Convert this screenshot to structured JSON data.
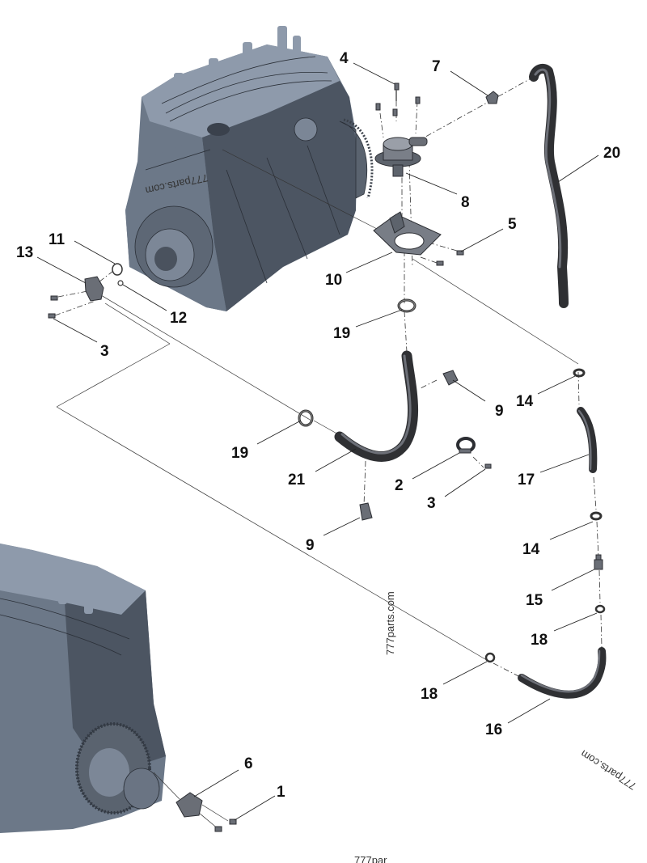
{
  "callouts": {
    "c1": "1",
    "c2": "2",
    "c3a": "3",
    "c3b": "3",
    "c4": "4",
    "c5": "5",
    "c6": "6",
    "c7": "7",
    "c8": "8",
    "c9a": "9",
    "c9b": "9",
    "c10": "10",
    "c11": "11",
    "c12": "12",
    "c13": "13",
    "c14a": "14",
    "c14b": "14",
    "c15": "15",
    "c16": "16",
    "c17": "17",
    "c18a": "18",
    "c18b": "18",
    "c19a": "19",
    "c19b": "19",
    "c20": "20",
    "c21": "21"
  },
  "watermarks": {
    "wm1": "777parts.com",
    "wm2": "777parts.com",
    "wm3": "777parts.com",
    "wm4": "777par"
  },
  "colors": {
    "engine": "#6c7888",
    "hose": "#2f3033",
    "background": "#ffffff"
  }
}
